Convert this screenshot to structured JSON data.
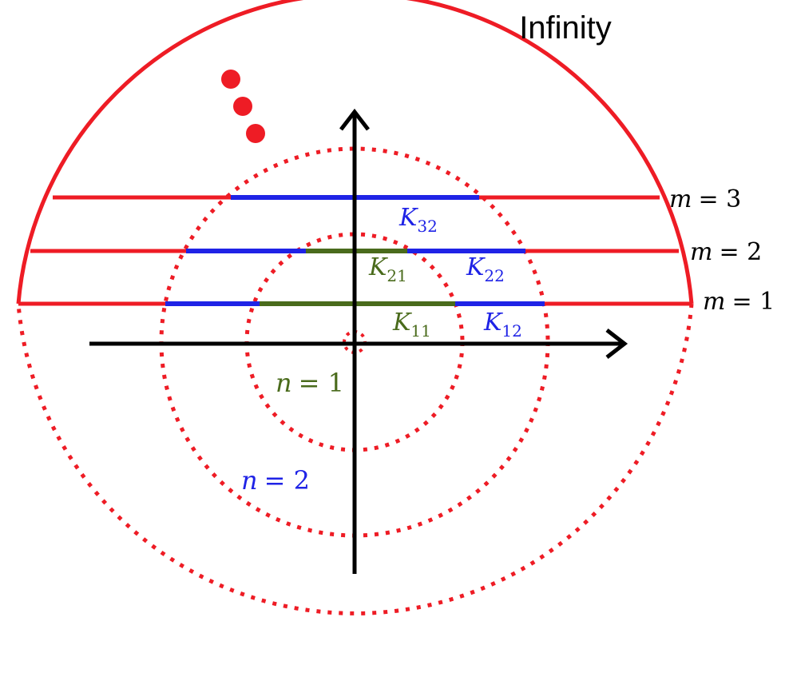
{
  "title": "Infinity",
  "colors": {
    "red": "#ee1c25",
    "blue": "#1f23e6",
    "green": "#4a6b1c",
    "black": "#000000"
  },
  "regions": [
    {
      "var": "n",
      "eq": "= 1",
      "color": "green"
    },
    {
      "var": "n",
      "eq": "= 2",
      "color": "blue"
    }
  ],
  "levels": [
    {
      "var": "m",
      "eq": "= 3"
    },
    {
      "var": "m",
      "eq": "= 2"
    },
    {
      "var": "m",
      "eq": "= 1"
    }
  ],
  "segments": [
    {
      "base": "K",
      "sub": "11",
      "color": "green"
    },
    {
      "base": "K",
      "sub": "12",
      "color": "blue"
    },
    {
      "base": "K",
      "sub": "21",
      "color": "green"
    },
    {
      "base": "K",
      "sub": "22",
      "color": "blue"
    },
    {
      "base": "K",
      "sub": "32",
      "color": "blue"
    }
  ]
}
